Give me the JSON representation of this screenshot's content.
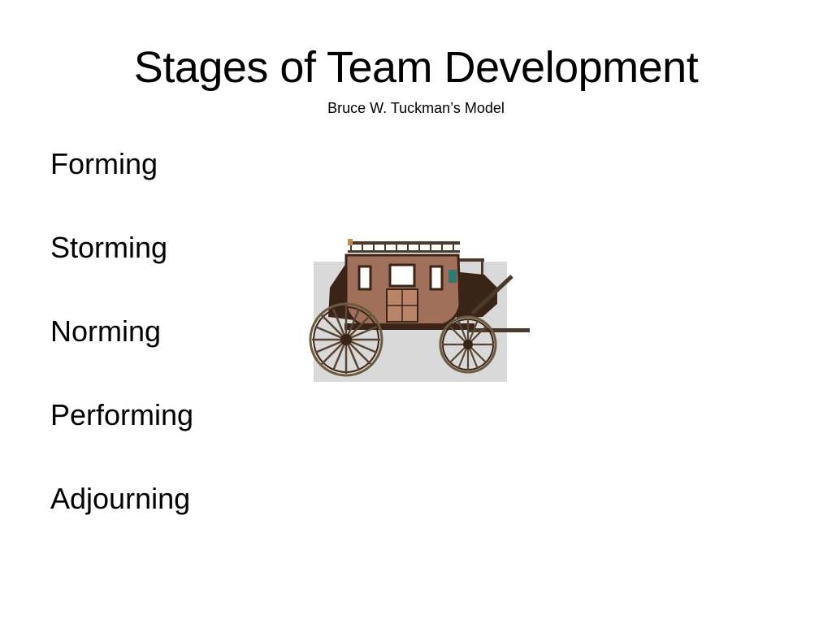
{
  "slide": {
    "title": "Stages of Team Development",
    "subtitle": "Bruce W. Tuckman’s Model",
    "stages": [
      "Forming",
      "Storming",
      "Norming",
      "Performing",
      "Adjourning"
    ],
    "image": {
      "icon": "stagecoach-icon",
      "colors": {
        "backdrop": "#d9d9d9",
        "body": "#a0705a",
        "dark": "#3a2418",
        "wheel": "#6e5a3e"
      }
    }
  }
}
